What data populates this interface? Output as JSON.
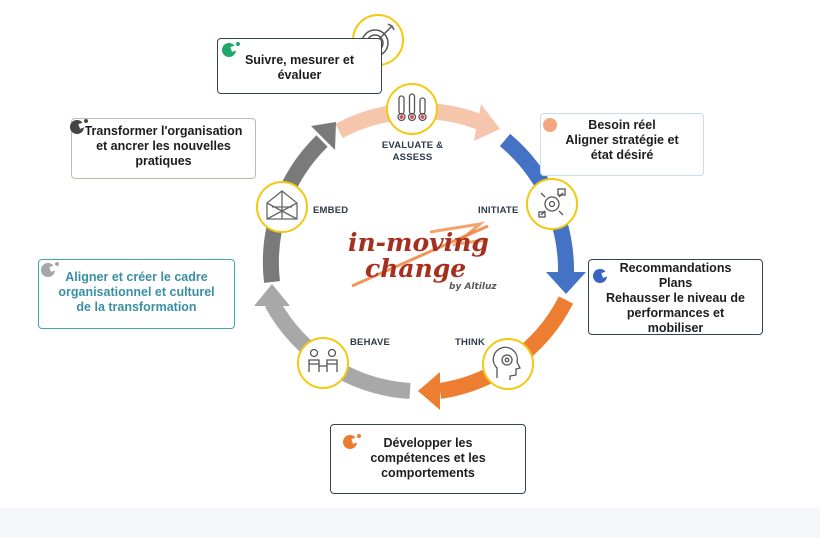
{
  "logo": {
    "line1": "in-moving",
    "line2": "change",
    "byline": "by Altiluz",
    "color": "#a6301f"
  },
  "phases": {
    "evaluate_line1": "EVALUATE &",
    "evaluate_line2": "ASSESS",
    "initiate": "INITIATE",
    "think": "THINK",
    "behave": "BEHAVE",
    "embed": "EMBED"
  },
  "boxes": {
    "suivre": {
      "lines": [
        "Suivre, mesurer et",
        "évaluer"
      ],
      "color": "#1ea86b",
      "icon": "green-dot-icon"
    },
    "besoin": {
      "lines": [
        "Besoin réel",
        "Aligner stratégie et",
        "état désiré"
      ],
      "color": "#f2a57e",
      "icon": "peach-dot-icon"
    },
    "recommandations": {
      "lines": [
        "Recommandations",
        "Plans",
        "Rehausser le niveau de",
        "performances et",
        "mobiliser"
      ],
      "color": "#3b63c4",
      "icon": "blue-dot-icon"
    },
    "developper": {
      "lines": [
        "Développer les",
        "compétences et les",
        "comportements"
      ],
      "color": "#ee7c30",
      "icon": "orange-dot-icon"
    },
    "aligner": {
      "lines": [
        "Aligner et créer le cadre",
        "organisationnel et culturel",
        "de la transformation"
      ],
      "color": "#3a8fa3",
      "icon": "gray-dot-icon"
    },
    "transformer": {
      "lines": [
        "Transformer l'organisation",
        "et ancrer les nouvelles",
        "pratiques"
      ],
      "color": "#454545",
      "icon": "dark-dot-icon"
    }
  },
  "colors": {
    "arc_evaluate": "#f6c6ac",
    "arc_initiate": "#4472c4",
    "arc_think": "#ed7d31",
    "arc_behave": "#a8a8a8",
    "arc_embed": "#7a7a7a",
    "icon_ring": "#f2c811",
    "box_border_dark": "#2f4556",
    "box_border_light": "#9dc3e6",
    "box_border_teal": "#3aa9a6"
  },
  "icons": [
    "target-icon",
    "thermometer-icon",
    "gears-head-icon",
    "brain-gear-icon",
    "people-icon",
    "house-frame-icon"
  ]
}
